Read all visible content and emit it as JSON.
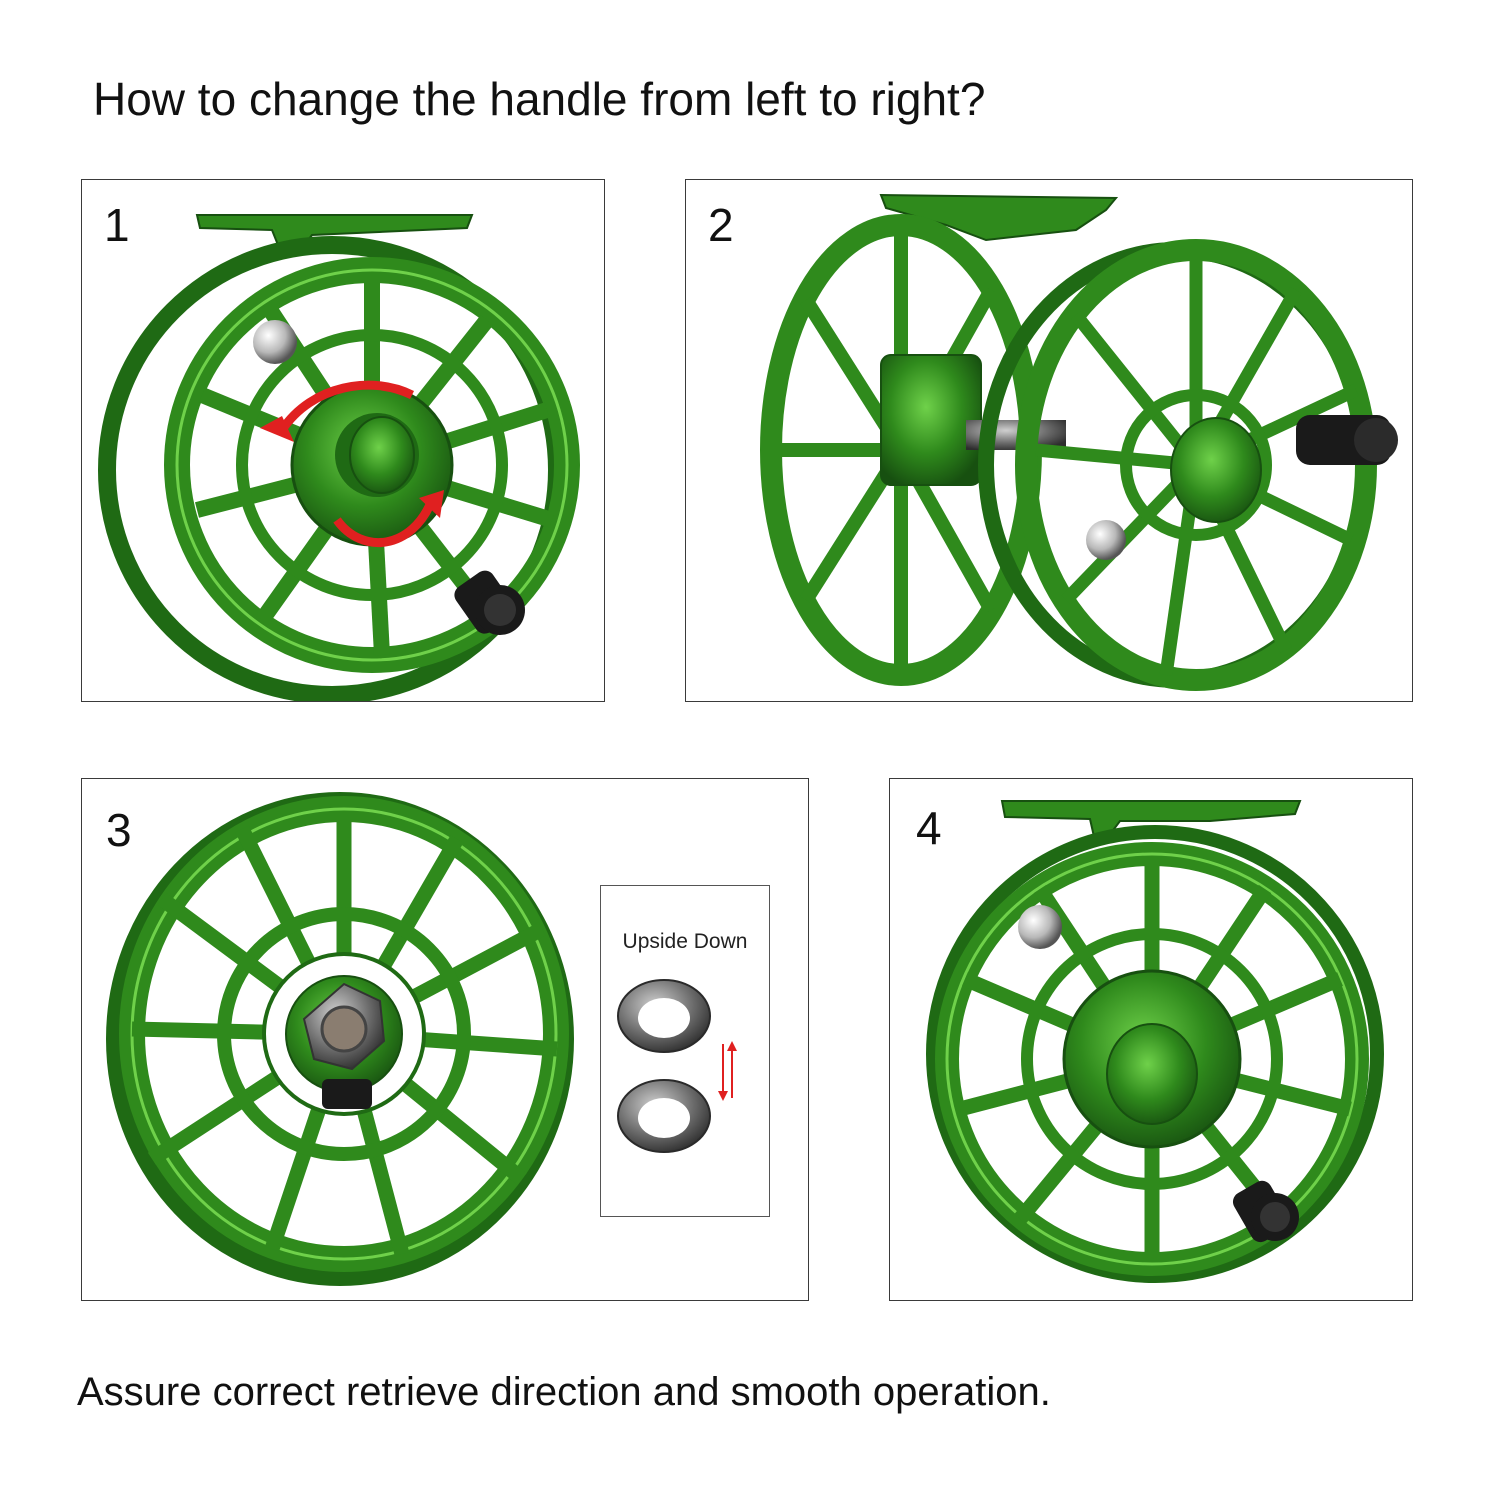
{
  "title": "How to change the handle from left to right?",
  "footer": "Assure correct retrieve direction and smooth operation.",
  "colors": {
    "reel_green": "#2f8a1c",
    "reel_green_dark": "#1c5a10",
    "reel_green_light": "#5cc43a",
    "arrow_red": "#e02020",
    "handle_black": "#1a1a1a",
    "chrome": "#c9c9c9"
  },
  "steps": [
    {
      "number": "1"
    },
    {
      "number": "2"
    },
    {
      "number": "3",
      "inset_label": "Upside Down"
    },
    {
      "number": "4"
    }
  ]
}
